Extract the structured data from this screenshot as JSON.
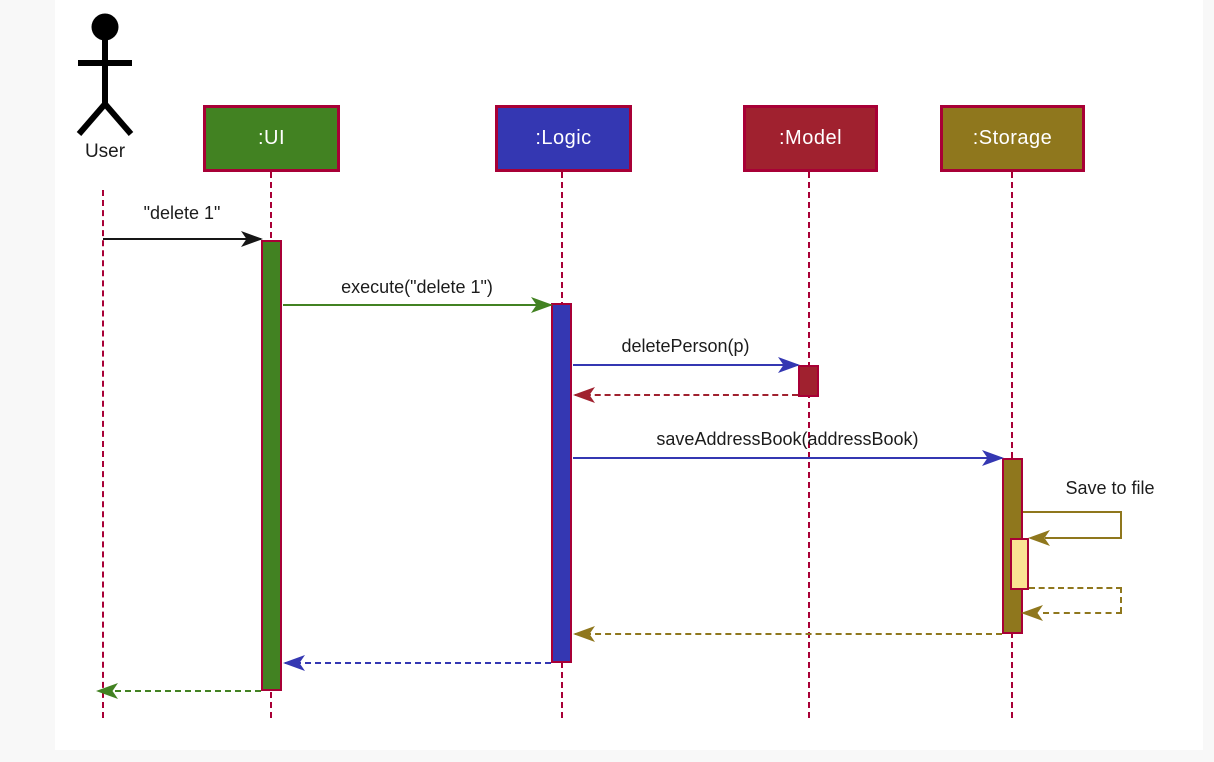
{
  "diagram": {
    "type": "uml-sequence",
    "actor": {
      "name": "User"
    },
    "participants": [
      {
        "id": "ui",
        "label": ":UI",
        "fill": "#428222",
        "border": "#A80036"
      },
      {
        "id": "logic",
        "label": ":Logic",
        "fill": "#3437B2",
        "border": "#A80036"
      },
      {
        "id": "model",
        "label": ":Model",
        "fill": "#A0212F",
        "border": "#A80036"
      },
      {
        "id": "storage",
        "label": ":Storage",
        "fill": "#8F771D",
        "border": "#A80036"
      }
    ],
    "messages": [
      {
        "from": "User",
        "to": "UI",
        "label": "\"delete 1\"",
        "style": "solid",
        "color": "#161616"
      },
      {
        "from": "UI",
        "to": "Logic",
        "label": "execute(\"delete 1\")",
        "style": "solid",
        "color": "#428222"
      },
      {
        "from": "Logic",
        "to": "Model",
        "label": "deletePerson(p)",
        "style": "solid",
        "color": "#3437B2"
      },
      {
        "from": "Model",
        "to": "Logic",
        "label": "",
        "style": "dashed-return",
        "color": "#A0212F"
      },
      {
        "from": "Logic",
        "to": "Storage",
        "label": "saveAddressBook(addressBook)",
        "style": "solid",
        "color": "#3437B2"
      },
      {
        "from": "Storage",
        "to": "Storage",
        "label": "Save to file",
        "style": "self-solid",
        "color": "#8F771D"
      },
      {
        "from": "Storage",
        "to": "Storage",
        "label": "",
        "style": "self-dashed-return",
        "color": "#8F771D"
      },
      {
        "from": "Storage",
        "to": "Logic",
        "label": "",
        "style": "dashed-return",
        "color": "#8F771D"
      },
      {
        "from": "Logic",
        "to": "UI",
        "label": "",
        "style": "dashed-return",
        "color": "#3437B2"
      },
      {
        "from": "UI",
        "to": "User",
        "label": "",
        "style": "dashed-return",
        "color": "#428222"
      }
    ],
    "colors": {
      "lifeline": "#A80036",
      "box_border": "#A80036",
      "nested_activation_fill": "#FAE293",
      "canvas": "#FFFFFF",
      "page_background": "#F8F8F8",
      "text": "#1C1C1C"
    }
  }
}
